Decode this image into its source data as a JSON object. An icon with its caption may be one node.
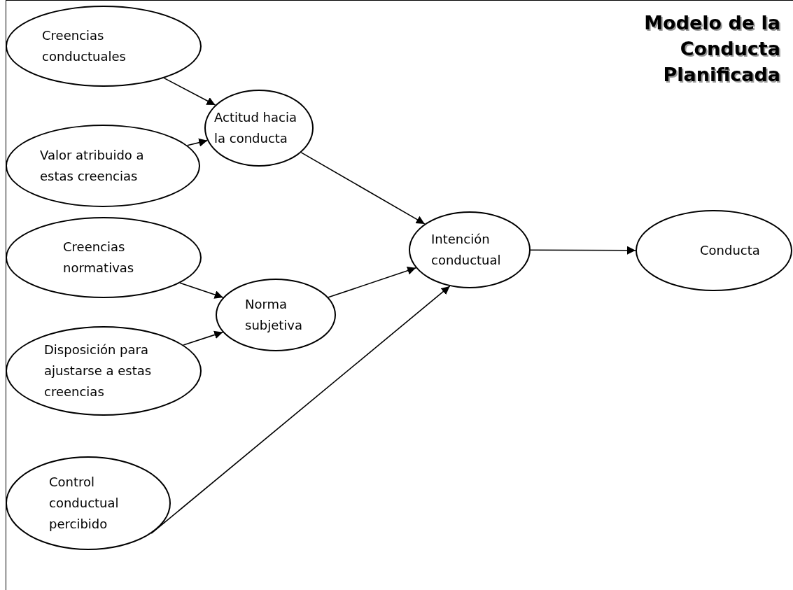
{
  "diagram": {
    "title": "Modelo de la Conducta Planificada",
    "nodes": [
      {
        "text": [
          "Creencias conductuales"
        ]
      },
      {
        "text": [
          "Valor atribuido a estas creencias"
        ]
      },
      {
        "text": [
          "Actitud hacia la conducta"
        ]
      },
      {
        "text": [
          "Creencias normativas"
        ]
      },
      {
        "text": [
          "Norma subjetiva"
        ]
      },
      {
        "text": [
          "Disposición para ajustarse a estas creencias"
        ]
      },
      {
        "text": [
          "Control conductual percibido"
        ]
      },
      {
        "text": [
          "Intención conductual"
        ]
      },
      {
        "text": [
          "Conducta"
        ]
      }
    ],
    "edges": [
      {
        "from": 0,
        "to": 2,
        "arrow": "to"
      },
      {
        "from": 1,
        "to": 2,
        "arrow": "to"
      },
      {
        "from": 2,
        "to": 7,
        "arrow": "to"
      },
      {
        "from": 3,
        "to": 4,
        "arrow": "to"
      },
      {
        "from": 5,
        "to": 4,
        "arrow": "to"
      },
      {
        "from": 4,
        "to": 7,
        "arrow": "to"
      },
      {
        "from": 6,
        "to": 7,
        "arrow": "to"
      },
      {
        "from": 7,
        "to": 8,
        "arrow": "to"
      }
    ]
  }
}
